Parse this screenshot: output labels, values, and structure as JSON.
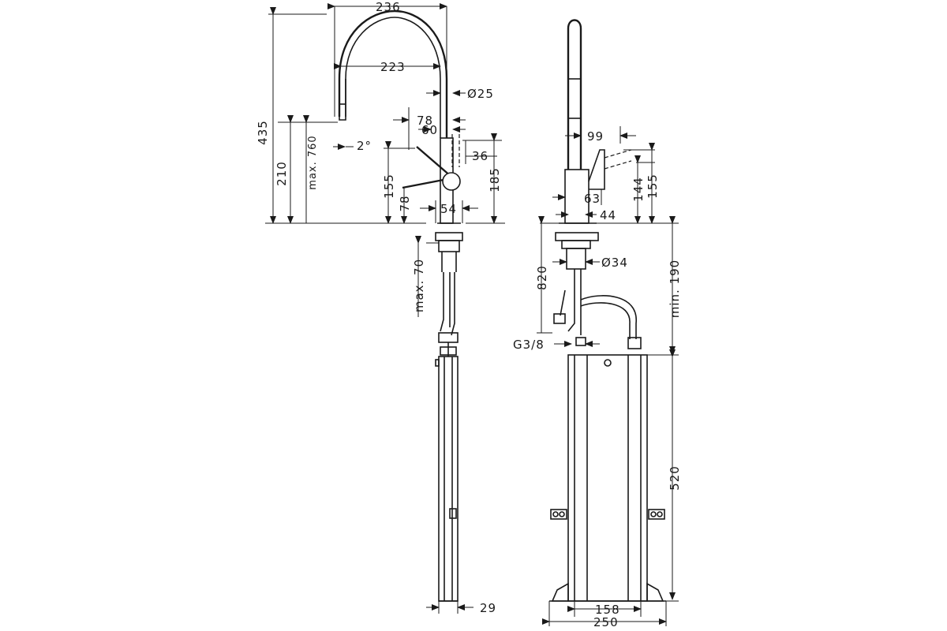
{
  "labels": {
    "l236": "236",
    "l223": "223",
    "l25": "Ø25",
    "l78a": "78",
    "l60": "60",
    "l36": "36",
    "l435": "435",
    "l210": "210",
    "lmax760": "max. 760",
    "l2deg": "2°",
    "l155a": "155",
    "l78b": "78",
    "l185": "185",
    "l54": "54",
    "lmax70": "max. 70",
    "l29": "29",
    "l99": "99",
    "l144": "144",
    "l155b": "155",
    "l63": "63",
    "l44": "44",
    "l820": "820",
    "l34": "Ø34",
    "lmin190": "min. 190",
    "lg38": "G3/8",
    "l520": "520",
    "l158": "158",
    "l250": "250"
  }
}
